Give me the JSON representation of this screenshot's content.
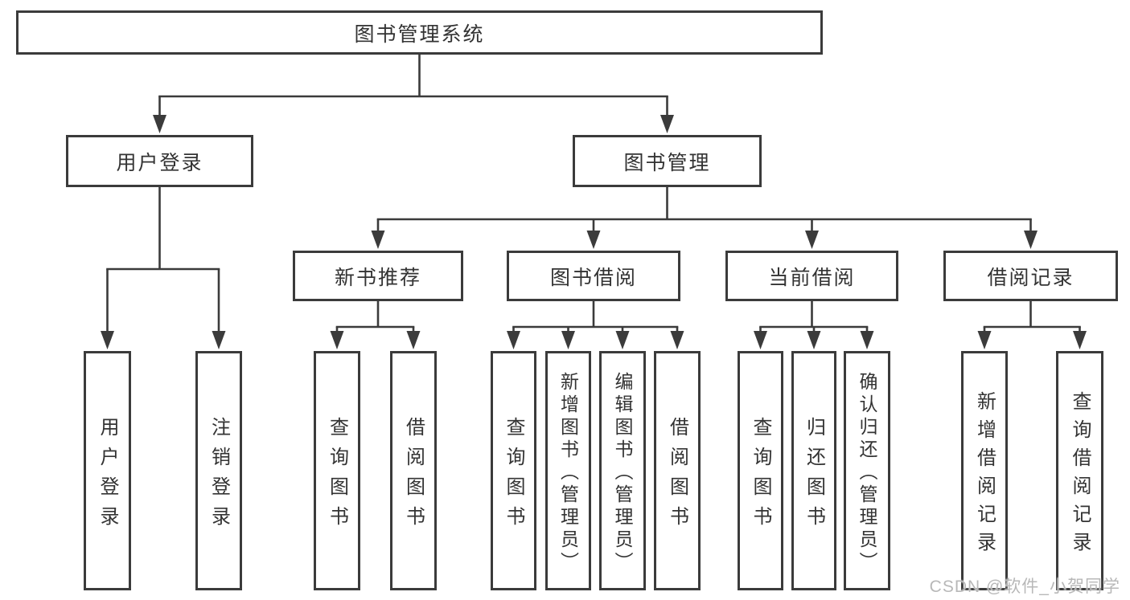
{
  "diagram_type": "hierarchy-tree",
  "tree": {
    "label": "图书管理系统",
    "children": [
      {
        "label": "用户登录",
        "children": [
          {
            "label": "用户登录"
          },
          {
            "label": "注销登录"
          }
        ]
      },
      {
        "label": "图书管理",
        "children": [
          {
            "label": "新书推荐",
            "children": [
              {
                "label": "查询图书"
              },
              {
                "label": "借阅图书"
              }
            ]
          },
          {
            "label": "图书借阅",
            "children": [
              {
                "label": "查询图书"
              },
              {
                "label": "新增图书（管理员）"
              },
              {
                "label": "编辑图书（管理员）"
              },
              {
                "label": "借阅图书"
              }
            ]
          },
          {
            "label": "当前借阅",
            "children": [
              {
                "label": "查询图书"
              },
              {
                "label": "归还图书"
              },
              {
                "label": "确认归还（管理员）"
              }
            ]
          },
          {
            "label": "借阅记录",
            "children": [
              {
                "label": "新增借阅记录"
              },
              {
                "label": "查询借阅记录"
              }
            ]
          }
        ]
      }
    ]
  },
  "watermark": {
    "text": "CSDN @软件_小贺同学"
  },
  "colors": {
    "line": "#3b3b3b",
    "text": "#333333",
    "box_fill": "#ffffff",
    "background": "#ffffff",
    "watermark": "#b8b8b8"
  }
}
